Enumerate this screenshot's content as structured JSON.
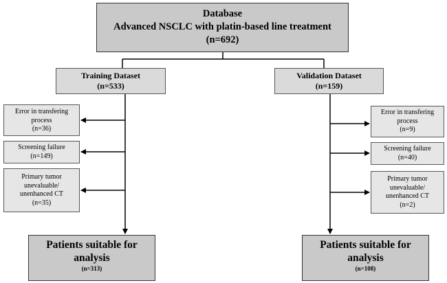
{
  "database": {
    "title": "Database",
    "subtitle": "Advanced NSCLC with platin-based line treatment",
    "count": "(n=692)"
  },
  "training": {
    "title": "Training Dataset",
    "count": "(n=533)",
    "exclusions": [
      {
        "lines": [
          "Error in transfering",
          "process",
          "(n=36)"
        ]
      },
      {
        "lines": [
          "Screening failure",
          "(n=149)"
        ]
      },
      {
        "lines": [
          "Primary tumor",
          "unevaluable/",
          "unenhanced CT",
          "(n=35)"
        ]
      }
    ],
    "final": {
      "line1": "Patients suitable for",
      "line2": "analysis",
      "count": "(n=313)"
    }
  },
  "validation": {
    "title": "Validation Dataset",
    "count": "(n=159)",
    "exclusions": [
      {
        "lines": [
          "Error in transfering",
          "process",
          "(n=9)"
        ]
      },
      {
        "lines": [
          "Screening failure",
          "(n=40)"
        ]
      },
      {
        "lines": [
          "Primary tumor",
          "unevaluable/",
          "unenhanced CT",
          "(n=2)"
        ]
      }
    ],
    "final": {
      "line1": "Patients suitable for",
      "line2": "analysis",
      "count": "(n=108)"
    }
  }
}
